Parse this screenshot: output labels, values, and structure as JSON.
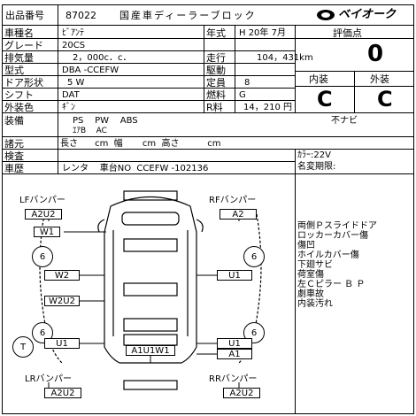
{
  "header": {
    "lot_label": "出品番号",
    "lot_number": "87022",
    "category": "国産車ディーラーブロック",
    "logo_text": "ベイオーク"
  },
  "fields": {
    "model_label": "車種名",
    "model_value": "ﾋﾞｱﾝﾃ",
    "grade_label": "グレード",
    "grade_value": "20CS",
    "displacement_label": "排気量",
    "displacement_value": "2，000c．c．",
    "type_label": "型式",
    "type_value": "DBA -CCEFW",
    "doors_label": "ドア形状",
    "doors_value": "5 W",
    "shift_label": "シフト",
    "shift_value": "DAT",
    "color_label": "外装色",
    "color_value": "ｷﾞﾝ",
    "year_label": "年式",
    "year_value": "H 20年  7月",
    "mileage_label": "走行",
    "mileage_value": "104，431km",
    "drive_label": "駆動",
    "capacity_label": "定員",
    "capacity_value": "8",
    "fuel_label": "燃料",
    "fuel_value": "G",
    "r_price_label": "R料",
    "r_price_value": "14，210 円"
  },
  "rating": {
    "label": "評価点",
    "value": "0",
    "interior_label": "内装",
    "exterior_label": "外装",
    "interior_grade": "C",
    "exterior_grade": "C"
  },
  "equipment": {
    "label": "装備",
    "row1": "PS    PW    ABS",
    "row1_right": "不ナビ",
    "row2": "ｴｱB    AC"
  },
  "dimensions": {
    "label": "諸元",
    "text": "長さ      cm  幅       cm  高さ          cm"
  },
  "inspection": {
    "label": "検査",
    "history_label": "車歴",
    "history_value": "レンタ    車台NO  CCEFW -102136",
    "color_code": "ｶﾗｰ:22V",
    "name_change": "名変期限:"
  },
  "diagram": {
    "lf_bumper": "LFバンパー",
    "rf_bumper": "RFバンパー",
    "lr_bumper": "LRバンパー",
    "rr_bumper": "RRバンパー",
    "lf_grade": "A2U2",
    "rf_grade": "A2",
    "lr_grade": "A2U2",
    "rr_grade": "A2U2",
    "w1": "W1",
    "w2": "W2",
    "w2u2": "W2U2",
    "u1_left": "U1",
    "u1_right_mid": "U1",
    "u1_right_low": "U1",
    "a1": "A1",
    "center_bottom": "A1U1W1",
    "tire6": "6",
    "t": "T"
  },
  "notes": [
    "両側Ｐスライドドア",
    "ロッカーカバー傷",
    "傷凹",
    "ホイルカバー傷",
    "下廻サビ",
    "荷室傷",
    "左Ｃピラー Ｂ Ｐ",
    "劇車故",
    "内装汚れ"
  ]
}
